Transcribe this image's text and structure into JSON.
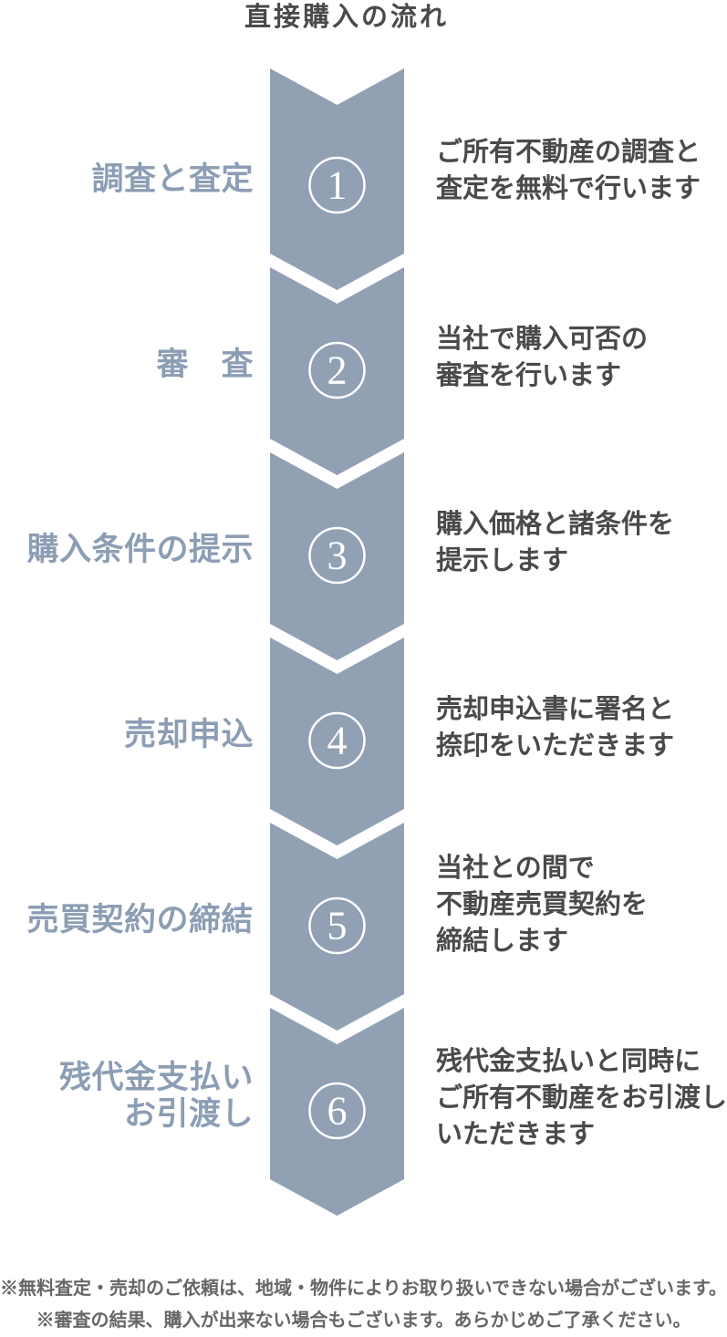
{
  "title": "直接購入の流れ",
  "flow": {
    "steps": [
      {
        "number": "1",
        "label": "調査と査定",
        "description": "ご所有不動産の調査と\n査定を無料で行います"
      },
      {
        "number": "2",
        "label": "審　査",
        "description": "当社で購入可否の\n審査を行います"
      },
      {
        "number": "3",
        "label": "購入条件の提示",
        "description": "購入価格と諸条件を\n提示します"
      },
      {
        "number": "4",
        "label": "売却申込",
        "description": "売却申込書に署名と\n捺印をいただきます"
      },
      {
        "number": "5",
        "label": "売買契約の締結",
        "description": "当社との間で\n不動産売買契約を\n締結します"
      },
      {
        "number": "6",
        "label": "残代金支払い\nお引渡し",
        "description": "残代金支払いと同時に\nご所有不動産をお引渡し\nいただきます"
      }
    ]
  },
  "notes": [
    "※無料査定・売却のご依頼は、地域・物件によりお取り扱いできない場合がございます。",
    "※審査の結果、購入が出来ない場合もございます。あらかじめご了承ください。"
  ],
  "colors": {
    "arrow": "#92a0b4",
    "label_text": "#8c9db4",
    "body_text": "#4a4a4a",
    "note_text": "#666666",
    "badge_ring": "#ffffff"
  }
}
